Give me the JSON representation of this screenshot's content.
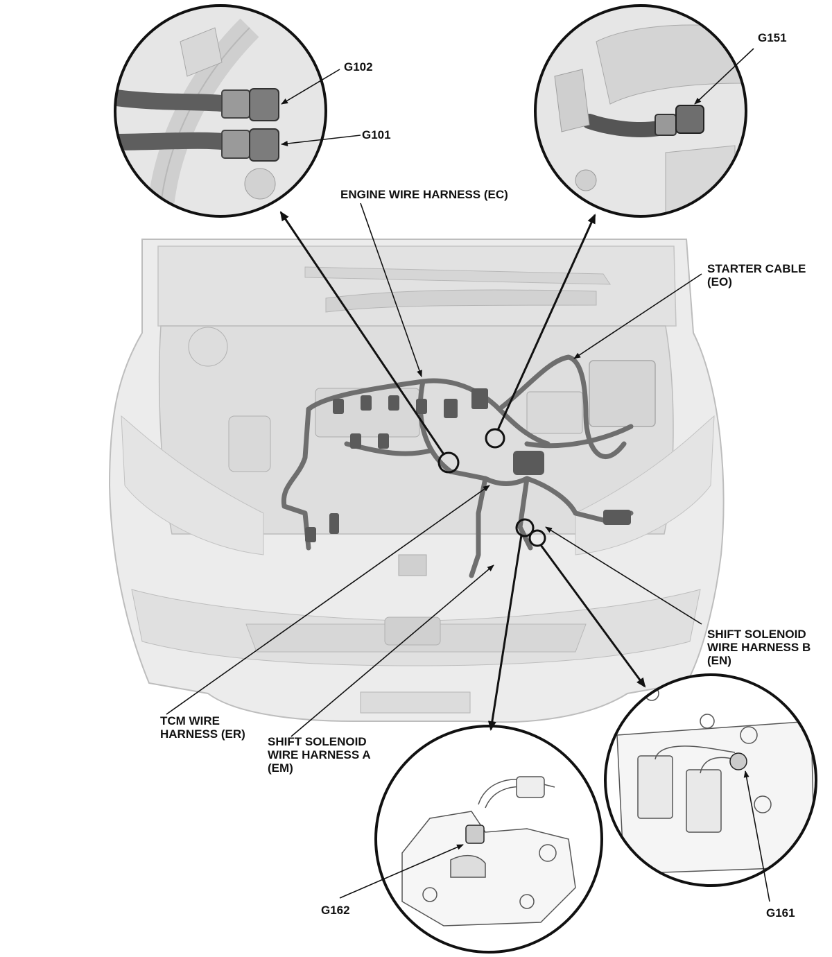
{
  "callouts": {
    "g102": "G102",
    "g101": "G101",
    "g151": "G151",
    "g162": "G162",
    "g161": "G161",
    "engine_harness": "ENGINE WIRE HARNESS (EC)",
    "starter_cable": [
      "STARTER CABLE",
      "(EO)"
    ],
    "shift_solenoid_b": [
      "SHIFT SOLENOID",
      "WIRE HARNESS B",
      "(EN)"
    ],
    "tcm_harness": [
      "TCM WIRE",
      "HARNESS (ER)"
    ],
    "shift_solenoid_a": [
      "SHIFT SOLENOID",
      "WIRE HARNESS A",
      "(EM)"
    ]
  },
  "colors": {
    "line": "#111111",
    "vehicle_fill": "#e8e8e8",
    "vehicle_stroke": "#bdbdbd",
    "harness": "#6e6e6e",
    "detail_fill": "#d9d9d9"
  }
}
